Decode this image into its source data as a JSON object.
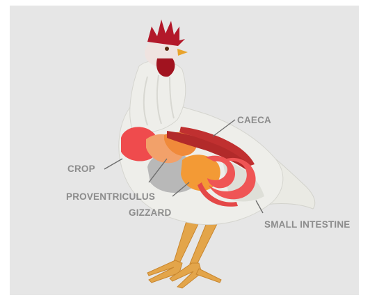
{
  "labels": {
    "caeca": "CAECA",
    "crop": "CROP",
    "proventriculus": "PROVENTRICULUS",
    "gizzard": "GIZZARD",
    "small_intestine": "SMALL INTESTINE"
  },
  "colors": {
    "panel": "#e6e6e6",
    "feathers": "#eeeeea",
    "comb": "#b3182a",
    "beak": "#e8a32c",
    "legs": "#e3a54a",
    "crop": "#ef4b4d",
    "proventriculus": "#f2a16a",
    "gizzard": "#f39a35",
    "caeca": "#b22a2a",
    "small_intestine": "#ef5555",
    "gizzard_grey": "#b8b8b8",
    "label_text": "#8c8c8c"
  }
}
